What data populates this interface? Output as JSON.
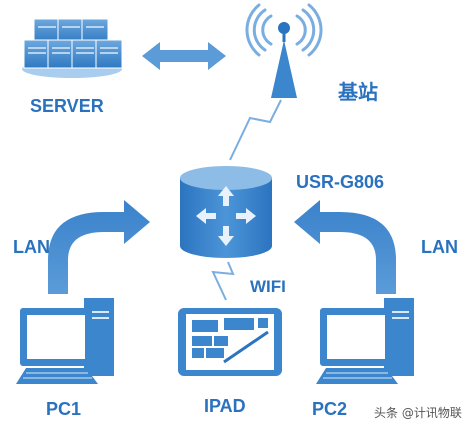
{
  "colors": {
    "primary": "#3c86cd",
    "light": "#8dbce6",
    "dark": "#1f5fa3",
    "arrow": "#4a8fd4",
    "screen": "#ffffff"
  },
  "nodes": {
    "server": {
      "label": "SERVER",
      "icon": "server-rack-icon"
    },
    "base_station": {
      "label": "基站",
      "icon": "antenna-tower-icon"
    },
    "router": {
      "label": "USR-G806",
      "icon": "router-icon"
    },
    "pc1": {
      "label": "PC1",
      "icon": "desktop-computer-icon"
    },
    "ipad": {
      "label": "IPAD",
      "icon": "tablet-icon"
    },
    "pc2": {
      "label": "PC2",
      "icon": "desktop-computer-icon"
    }
  },
  "links": {
    "wifi": "WIFI",
    "lan_left": "LAN",
    "lan_right": "LAN"
  },
  "watermark": "头条 @计讯物联"
}
